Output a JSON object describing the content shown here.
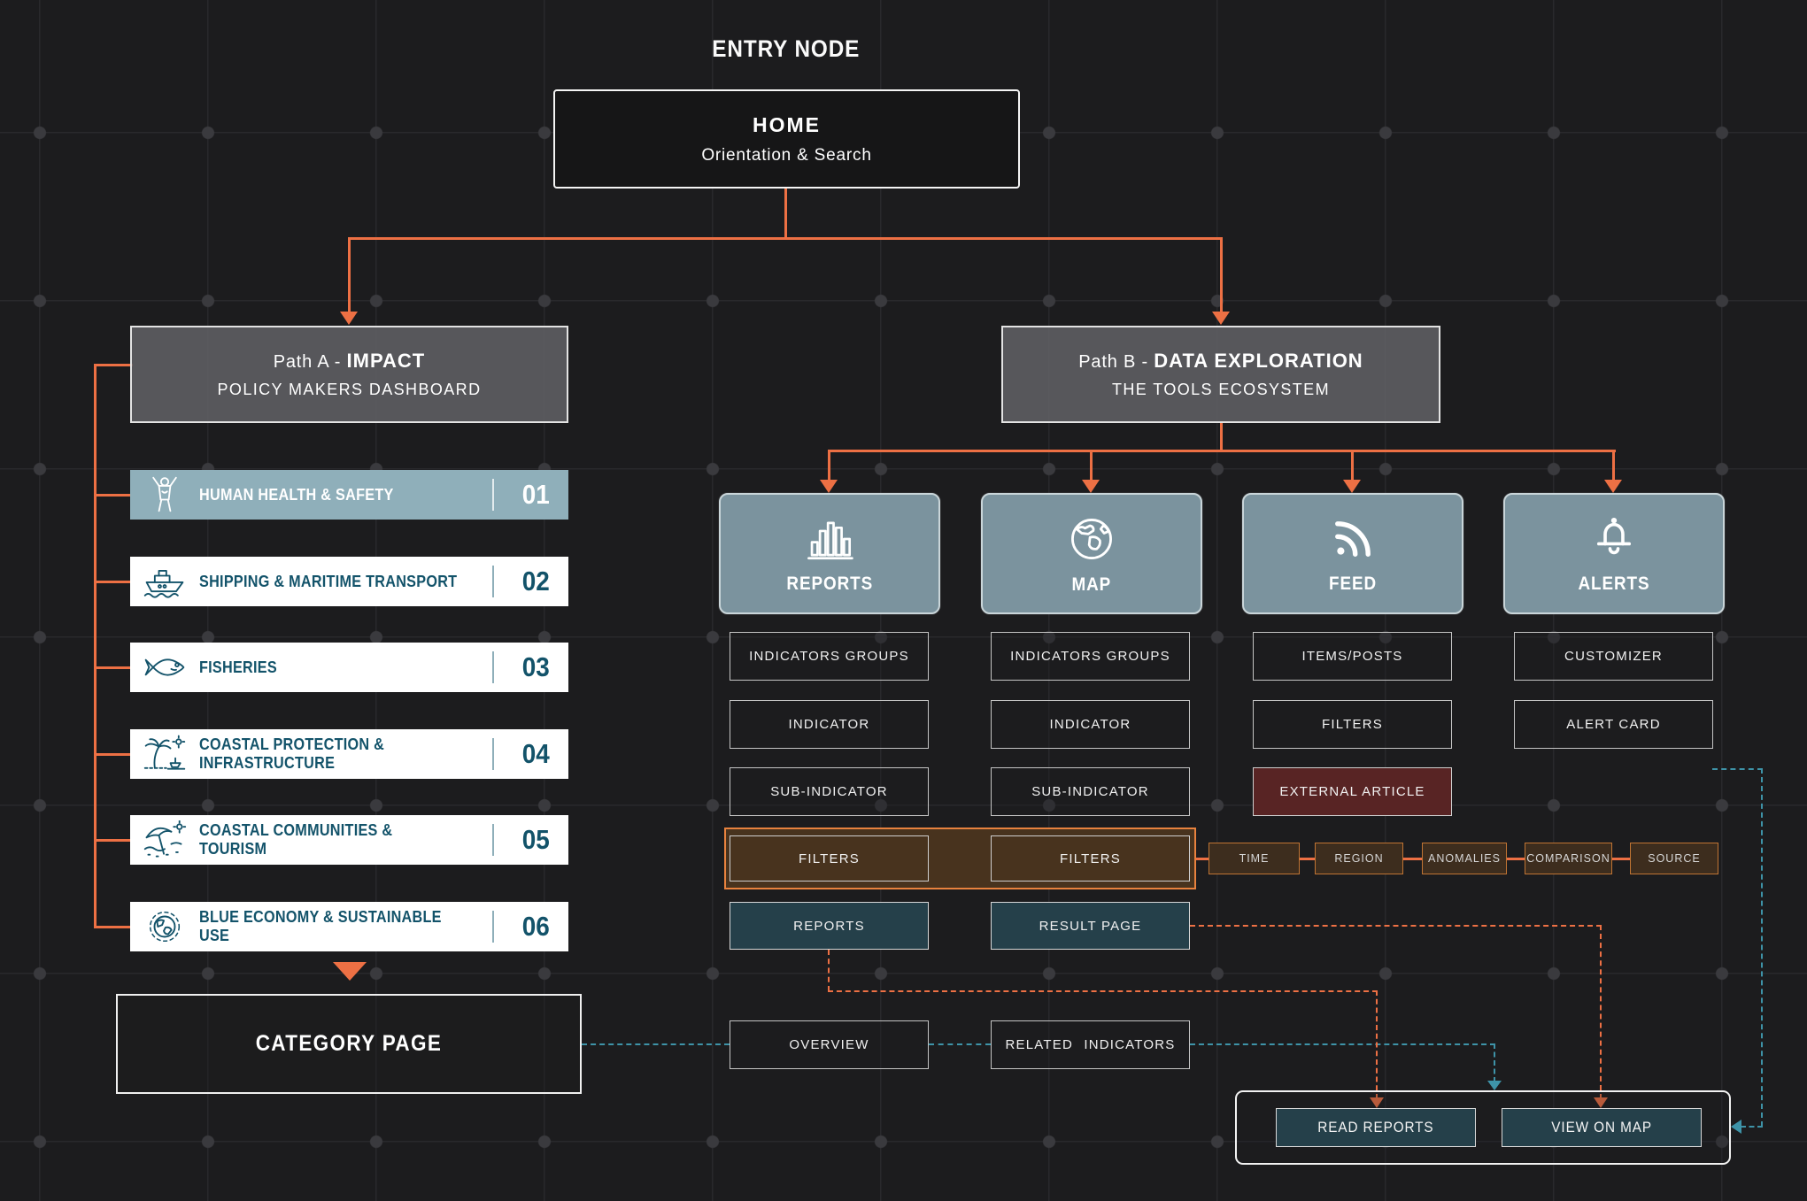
{
  "colors": {
    "background": "#1c1c1e",
    "accent_orange": "#ED7044",
    "teal_dash": "#3E93A8",
    "tool_fill": "#7B939E",
    "highlight_fill": "#8FAFBA",
    "item_text": "#13536A",
    "teal_box_fill": "#25404A",
    "brown_fill": "#48331E",
    "red_fill": "#582424",
    "chip_border": "#C07433"
  },
  "entry": {
    "label": "ENTRY NODE"
  },
  "home": {
    "title": "HOME",
    "subtitle": "Orientation & Search"
  },
  "paths": {
    "a": {
      "prefix": "Path A - ",
      "name": "IMPACT",
      "subtitle": "POLICY MAKERS DASHBOARD"
    },
    "b": {
      "prefix": "Path B - ",
      "name": "DATA EXPLORATION",
      "subtitle": "THE TOOLS ECOSYSTEM"
    }
  },
  "impact_items": [
    {
      "num": "01",
      "label": "HUMAN HEALTH & SAFETY",
      "icon": "person-health-icon"
    },
    {
      "num": "02",
      "label": "SHIPPING & MARITIME TRANSPORT",
      "icon": "ship-icon"
    },
    {
      "num": "03",
      "label": "FISHERIES",
      "icon": "fish-icon"
    },
    {
      "num": "04",
      "label": "COASTAL PROTECTION & INFRASTRUCTURE",
      "icon": "palm-island-icon"
    },
    {
      "num": "05",
      "label": "COASTAL COMMUNITIES & TOURISM",
      "icon": "beach-umbrella-icon"
    },
    {
      "num": "06",
      "label": "BLUE ECONOMY & SUSTAINABLE USE",
      "icon": "globe-dashed-icon"
    }
  ],
  "category_page": {
    "label": "CATEGORY PAGE"
  },
  "tools": [
    {
      "label": "REPORTS",
      "icon": "bar-chart-icon"
    },
    {
      "label": "MAP",
      "icon": "globe-icon"
    },
    {
      "label": "FEED",
      "icon": "rss-icon"
    },
    {
      "label": "ALERTS",
      "icon": "bell-icon"
    }
  ],
  "columns": {
    "reports": [
      "INDICATORS GROUPS",
      "INDICATOR",
      "SUB-INDICATOR",
      "FILTERS",
      "REPORTS"
    ],
    "map": [
      "INDICATORS GROUPS",
      "INDICATOR",
      "SUB-INDICATOR",
      "FILTERS",
      "RESULT PAGE"
    ],
    "feed": [
      "ITEMS/POSTS",
      "FILTERS",
      "EXTERNAL ARTICLE"
    ],
    "alerts": [
      "CUSTOMIZER",
      "ALERT CARD"
    ]
  },
  "filter_chips": [
    "TIME",
    "REGION",
    "ANOMALIES",
    "COMPARISON",
    "SOURCE"
  ],
  "flow": {
    "overview": "OVERVIEW",
    "related_indicators": "RELATED INDICATORS",
    "read_reports": "READ REPORTS",
    "view_on_map": "VIEW ON MAP"
  }
}
